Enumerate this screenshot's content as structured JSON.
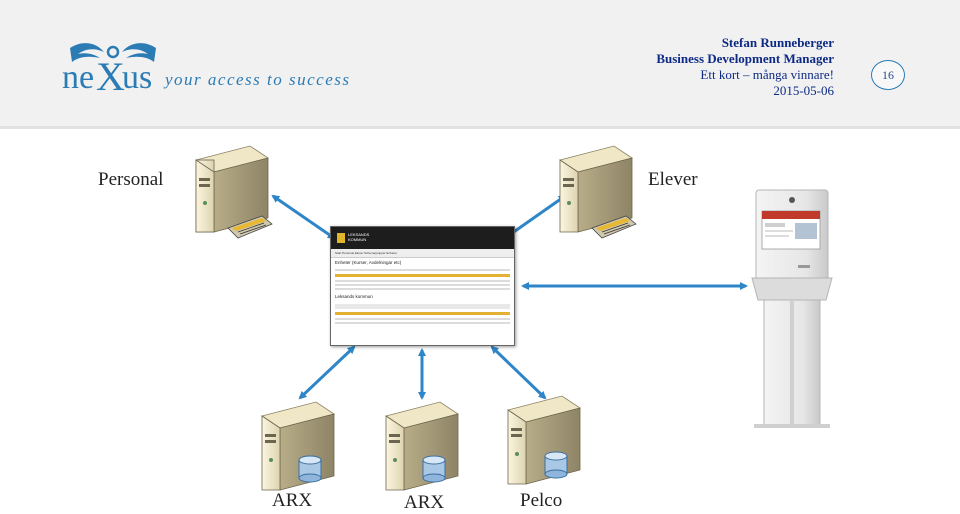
{
  "header": {
    "tagline": "your access to success",
    "author_name": "Stefan Runneberger",
    "author_title": "Business Development Manager",
    "slogan": "Ett kort – många vinnare!",
    "date": "2015-05-06",
    "page_number": "16"
  },
  "labels": {
    "personal": "Personal",
    "elever": "Elever",
    "arx1": "ARX",
    "arx2": "ARX",
    "pelco": "Pelco"
  },
  "screenshot": {
    "brand_line1": "LEKSANDS",
    "brand_line2": "KOMMUN",
    "nav_text": "Start   Personal   Elever   Schemagrupper   Enheter",
    "title": "Enheter (Kurser, Avdelningar etc)",
    "subtitle": "Leksands kommun"
  },
  "colors": {
    "arrow": "#2e86c8",
    "logo": "#2b7bb4",
    "author": "#0d2a84",
    "header_bg": "#f1f1f1"
  }
}
